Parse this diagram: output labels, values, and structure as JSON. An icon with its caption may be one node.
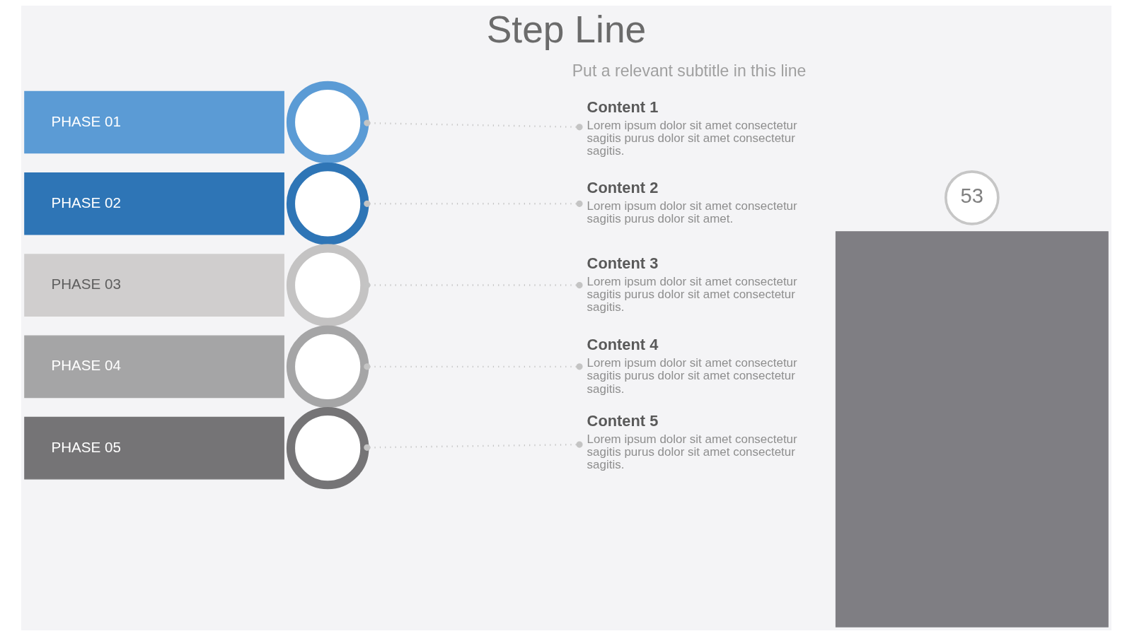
{
  "diagram": {
    "title": "Step Line",
    "nodes": [
      {
        "text": [
          "53"
        ]
      },
      {
        "text": [],
        "shape": "box"
      },
      {
        "text": [
          "PHASE 01"
        ]
      },
      {
        "text": [],
        "shape": "circle"
      },
      {
        "text": [
          "Content 1",
          "Lorem ipsum dolor sit amet consectetur sagitis purus dolor sit amet consectetur sagitis."
        ]
      },
      {
        "text": [
          "PHASE 02"
        ]
      },
      {
        "text": [],
        "shape": "circle"
      },
      {
        "text": [
          "Content 2",
          "Lorem ipsum dolor sit amet consectetur sagitis purus dolor sit amet."
        ]
      },
      {
        "text": [
          "PHASE 03"
        ]
      },
      {
        "text": [],
        "shape": "circle"
      },
      {
        "text": [
          "Content 3",
          "Lorem ipsum dolor sit amet consectetur sagitis purus dolor sit amet consectetur sagitis."
        ]
      },
      {
        "text": [
          "PHASE 04"
        ]
      },
      {
        "text": [],
        "shape": "circle"
      },
      {
        "text": [
          "Content 4",
          "Lorem ipsum dolor sit amet consectetur sagitis purus dolor sit amet consectetur sagitis."
        ]
      },
      {
        "text": [
          "PHASE 05"
        ]
      },
      {
        "text": [],
        "shape": "circle"
      },
      {
        "text": [
          "Content 5",
          "Lorem ipsum dolor sit amet consectetur sagitis purus dolor sit amet consectetur sagitis."
        ]
      }
    ],
    "edges": [
      {
        "from": 3,
        "to": 4,
        "arrow": "other"
      },
      {
        "from": 6,
        "to": 7,
        "arrow": "other"
      },
      {
        "from": 9,
        "to": 10,
        "arrow": "other"
      },
      {
        "from": 12,
        "to": 13,
        "arrow": "other"
      },
      {
        "from": 15,
        "to": 16,
        "arrow": "other"
      }
    ],
    "labels": [
      "Put a relevant subtitle in this line"
    ]
  }
}
